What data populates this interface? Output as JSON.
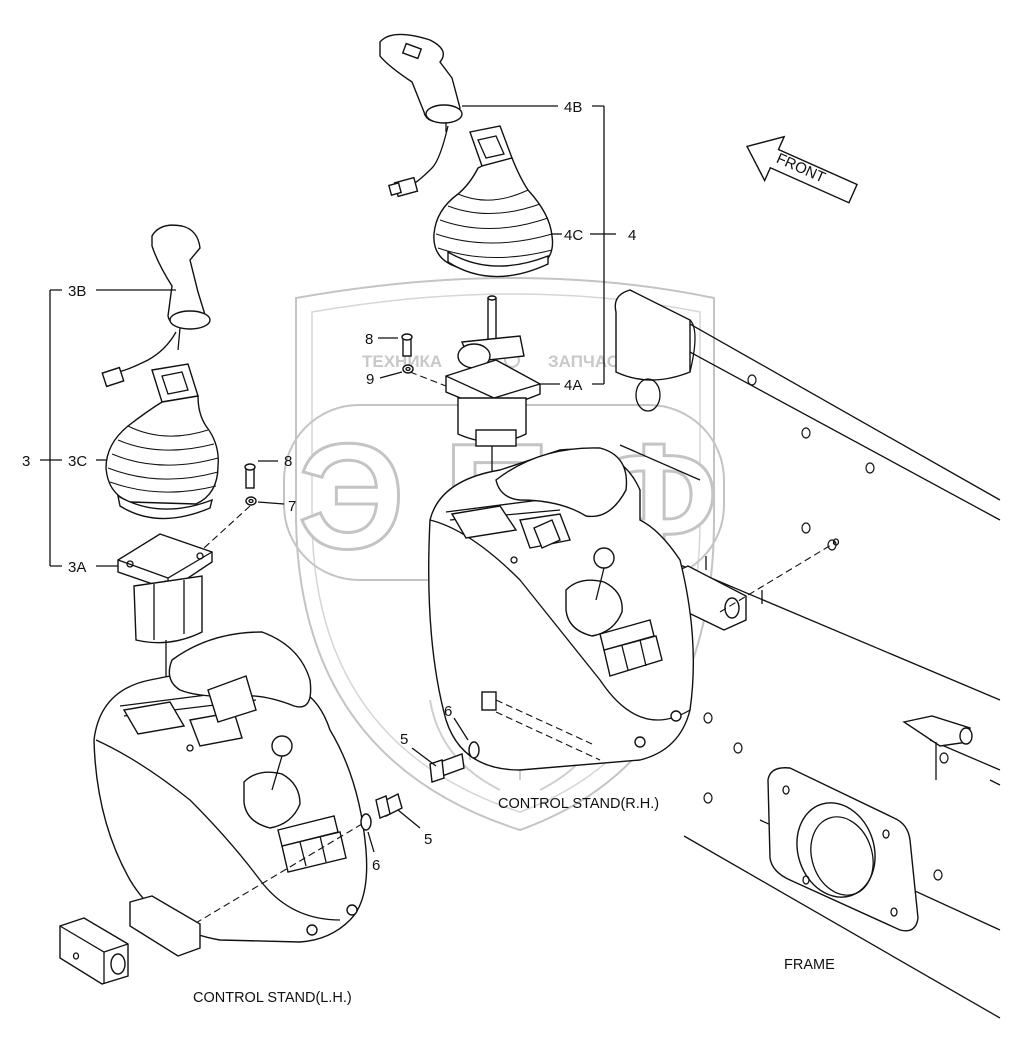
{
  "labels": {
    "item_3": "3",
    "item_3A": "3A",
    "item_3B": "3B",
    "item_3C": "3C",
    "item_4": "4",
    "item_4A": "4A",
    "item_4B": "4B",
    "item_4C": "4C",
    "item_5_left": "5",
    "item_5_right": "5",
    "item_6_left": "6",
    "item_6_right": "6",
    "item_7": "7",
    "item_8_left": "8",
    "item_8_upper": "8",
    "item_9": "9"
  },
  "captions": {
    "front_arrow": "FRONT",
    "control_stand_rh": "CONTROL STAND(R.H.)",
    "control_stand_lh": "CONTROL STAND(L.H.)",
    "frame": "FRAME"
  },
  "watermark": {
    "brand_left": "ТЕХНИКА",
    "brand_right": "ЗАПЧАСТИ",
    "logo_letters": "ЭПФ"
  },
  "colors": {
    "line": "#111111",
    "watermark": "#c4c4c4",
    "background": "#ffffff"
  }
}
